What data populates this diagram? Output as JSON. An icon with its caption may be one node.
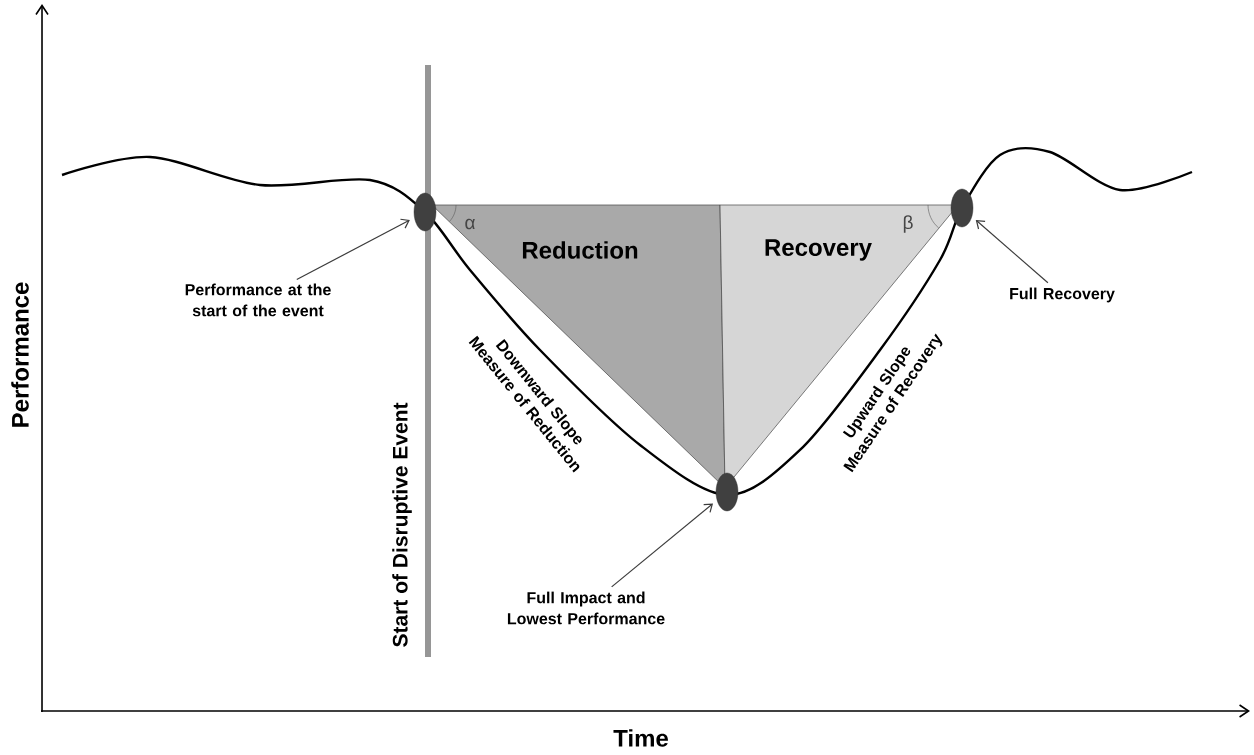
{
  "diagram": {
    "nodes": [
      {
        "text": [
          "Performance at the start of the event"
        ]
      },
      {
        "text": [],
        "shape": "circle"
      },
      {
        "text": [
          "Reduction"
        ]
      },
      {
        "text": [
          "Recovery"
        ]
      },
      {
        "text": [],
        "shape": "circle"
      },
      {
        "text": [
          "Full Recovery"
        ]
      },
      {
        "text": [],
        "shape": "circle"
      },
      {
        "text": [
          "Full Impact and Lowest Performance"
        ]
      }
    ],
    "edges": [
      {
        "from": 0,
        "to": 1,
        "arrow": "to"
      },
      {
        "from": 5,
        "to": 4,
        "arrow": "to"
      },
      {
        "from": 7,
        "to": 6,
        "arrow": "to"
      }
    ],
    "labels": [
      "Performance",
      "Start of Disruptive Event",
      "α",
      "β",
      "Downward Slope Measure of Reduction",
      "Upward Slope Measure of Recovery",
      "Time"
    ]
  }
}
